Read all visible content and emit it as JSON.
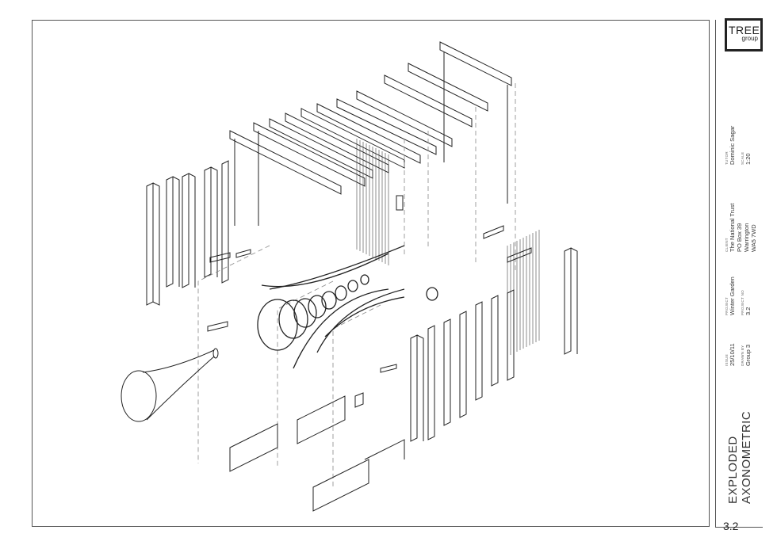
{
  "logo": {
    "word": "TREE",
    "sub": "group"
  },
  "titleblock": {
    "tutor_label": "Tutor",
    "tutor": "Dominic Sagar",
    "scale_label": "Scale",
    "scale": "1:20",
    "client_label": "Client",
    "client_lines": [
      "The National Trust",
      "PO Box 39",
      "Warrington",
      "WA5 7WD"
    ],
    "project_label": "Project",
    "project": "Winter Garden",
    "project_no_label": "Project No",
    "project_no": "3.2",
    "issue_label": "Issue",
    "issue": "25/10/11",
    "drawn_by_label": "Drawn By",
    "drawn_by": "Group 3",
    "title_line1": "EXPLODED",
    "title_line2": "AXONOMETRIC"
  },
  "page_number": "3.2"
}
